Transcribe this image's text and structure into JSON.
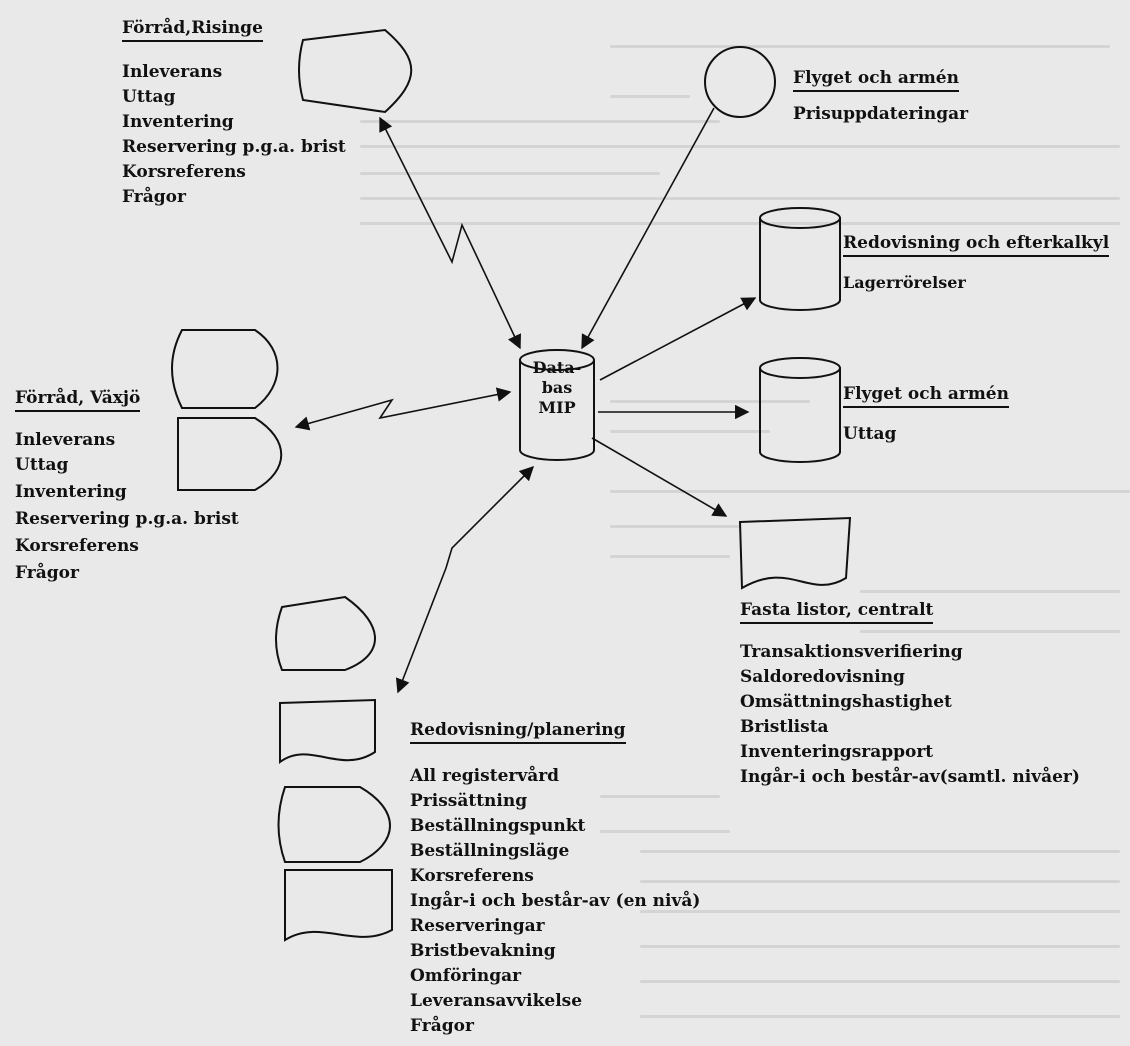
{
  "hub": {
    "line1": "Data-",
    "line2": "bas",
    "line3": "MIP"
  },
  "forrad_risinge": {
    "title": "Förråd,Risinge",
    "items": [
      "Inleverans",
      "Uttag",
      "Inventering",
      "Reservering p.g.a. brist",
      "Korsreferens",
      "Frågor"
    ]
  },
  "flyget_prisupp": {
    "title": "Flyget och armén",
    "items": [
      "Prisuppdateringar"
    ]
  },
  "redovisning_efterkalkyl": {
    "title": "Redovisning och efterkalkyl",
    "items": [
      "Lagerrörelser"
    ]
  },
  "forrad_vaxjo": {
    "title": "Förråd, Växjö",
    "items": [
      "Inleverans",
      "Uttag",
      "Inventering",
      "Reservering p.g.a. brist",
      "Korsreferens",
      "Frågor"
    ]
  },
  "flyget_uttag": {
    "title": "Flyget och armén",
    "items": [
      "Uttag"
    ]
  },
  "fasta_listor": {
    "title": "Fasta listor, centralt",
    "items": [
      "Transaktionsverifiering",
      "Saldoredovisning",
      "Omsättningshastighet",
      "Bristlista",
      "Inventeringsrapport",
      "Ingår-i och består-av(samtl. nivåer)"
    ]
  },
  "redovisning_planering": {
    "title": "Redovisning/planering",
    "items": [
      "All registervård",
      "Prissättning",
      "Beställningspunkt",
      "Beställningsläge",
      "Korsreferens",
      "Ingår-i och består-av (en nivå)",
      "Reserveringar",
      "Bristbevakning",
      "Omföringar",
      "Leveransavvikelse",
      "Frågor"
    ]
  }
}
